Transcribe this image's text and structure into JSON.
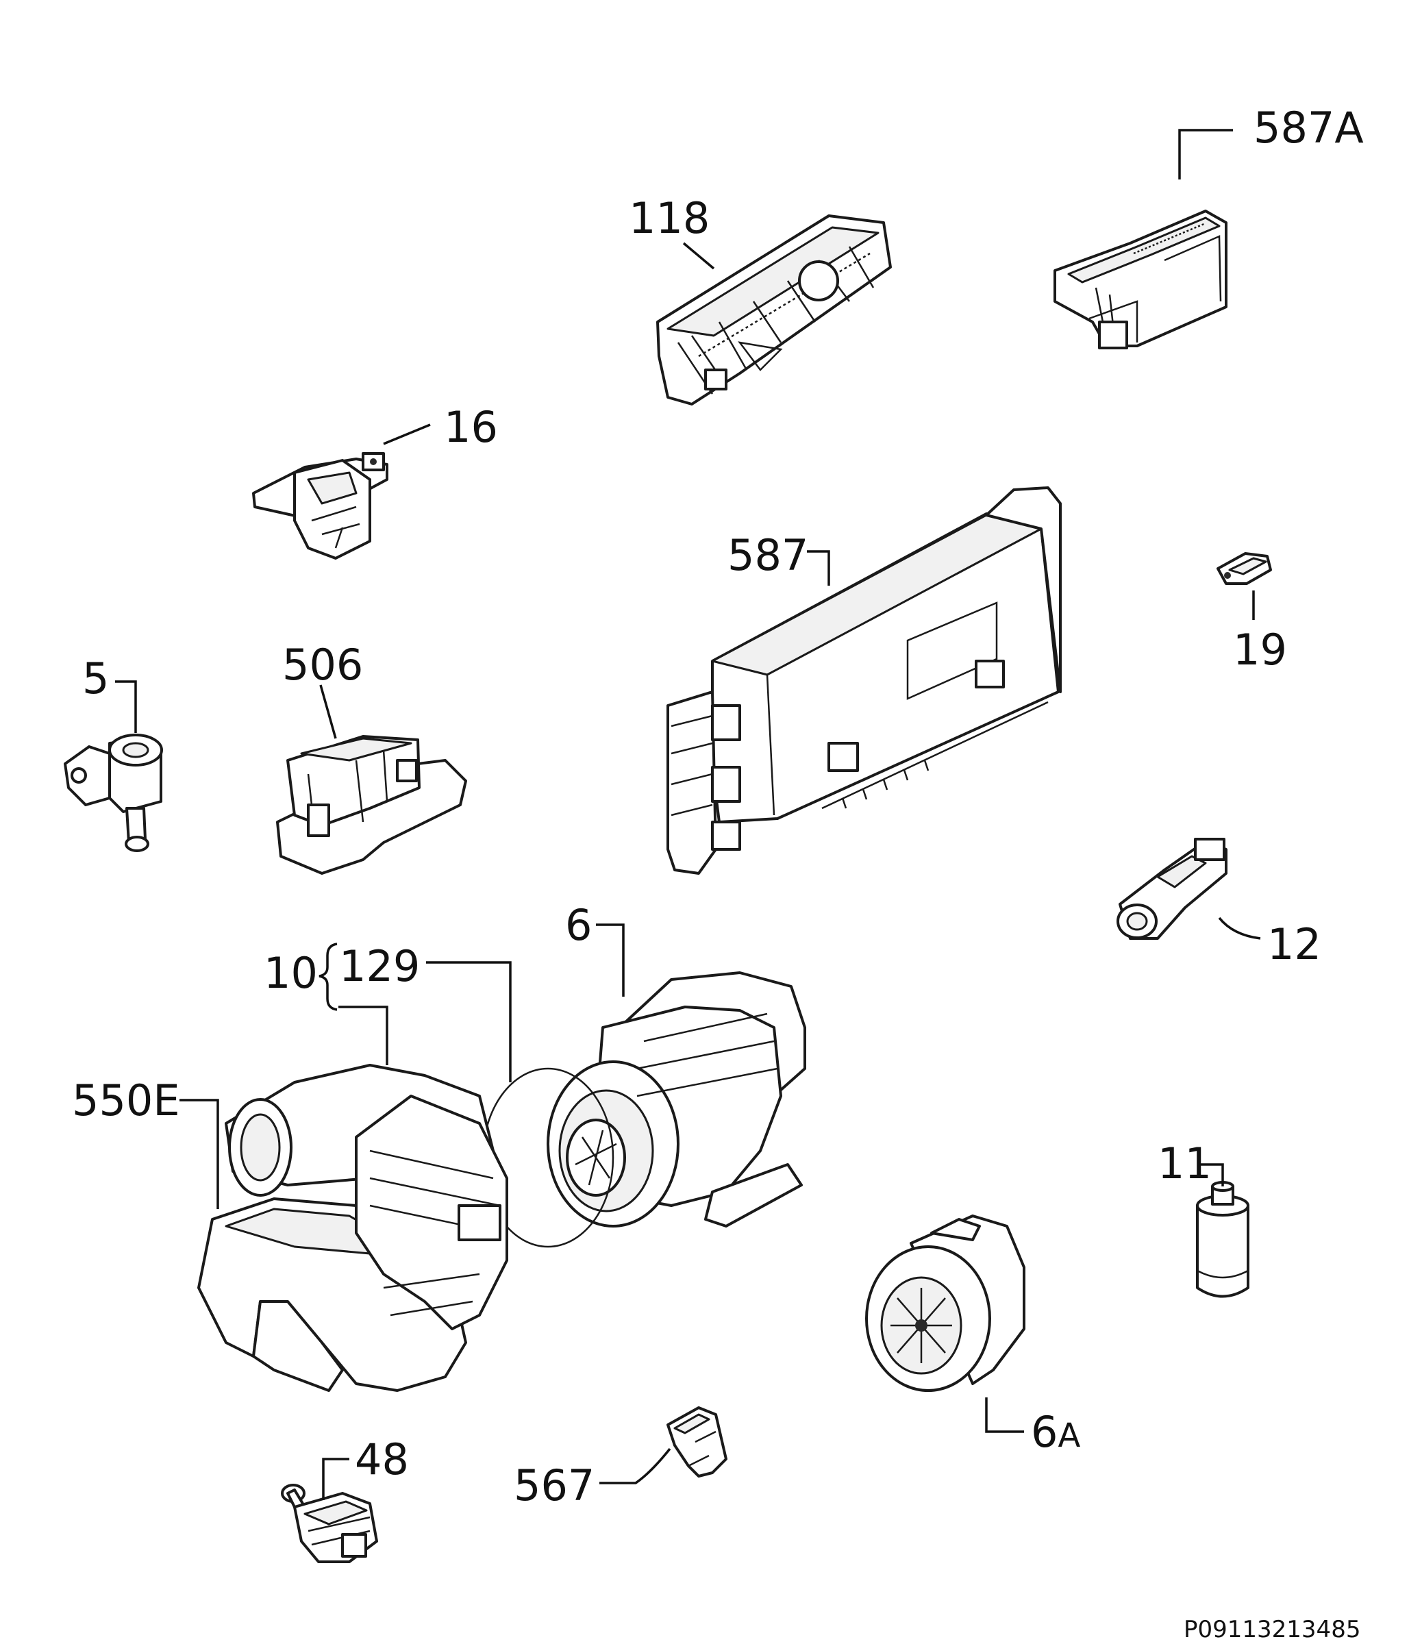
{
  "labels": {
    "l587A": "587A",
    "l118": "118",
    "l16": "16",
    "l587": "587",
    "l19": "19",
    "l5": "5",
    "l506": "506",
    "l6": "6",
    "l10": "10",
    "l129": "129",
    "l12": "12",
    "l550E": "550E",
    "l11": "11",
    "l6A_num": "6",
    "l6A_suf": "A",
    "l48": "48",
    "l567": "567"
  },
  "image_code": "P09113213485"
}
